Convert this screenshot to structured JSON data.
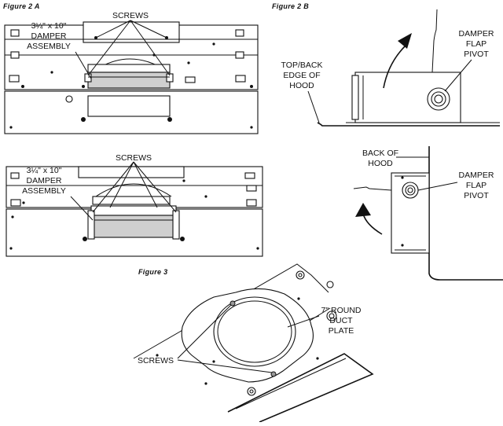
{
  "figures": {
    "fig2a": {
      "title": "Figure 2 A",
      "screws_label": "SCREWS",
      "damper_label": [
        "3¼\" x 10\"",
        "DAMPER",
        "ASSEMBLY"
      ]
    },
    "fig2b": {
      "title": "Figure 2 B",
      "damper_pivot_label": [
        "DAMPER",
        "FLAP",
        "PIVOT"
      ],
      "hood_edge_label": [
        "TOP/BACK",
        "EDGE OF",
        "HOOD"
      ]
    },
    "fig2c": {
      "screws_label": "SCREWS",
      "damper_label": [
        "3¼\" x 10\"",
        "DAMPER",
        "ASSEMBLY"
      ]
    },
    "fig2d": {
      "back_of_hood_label": [
        "BACK OF",
        "HOOD"
      ],
      "damper_pivot_label": [
        "DAMPER",
        "FLAP",
        "PIVOT"
      ]
    },
    "fig3": {
      "title": "Figure 3",
      "duct_label": [
        "7\" ROUND",
        "DUCT",
        "PLATE"
      ],
      "screws_label": "SCREWS"
    }
  }
}
